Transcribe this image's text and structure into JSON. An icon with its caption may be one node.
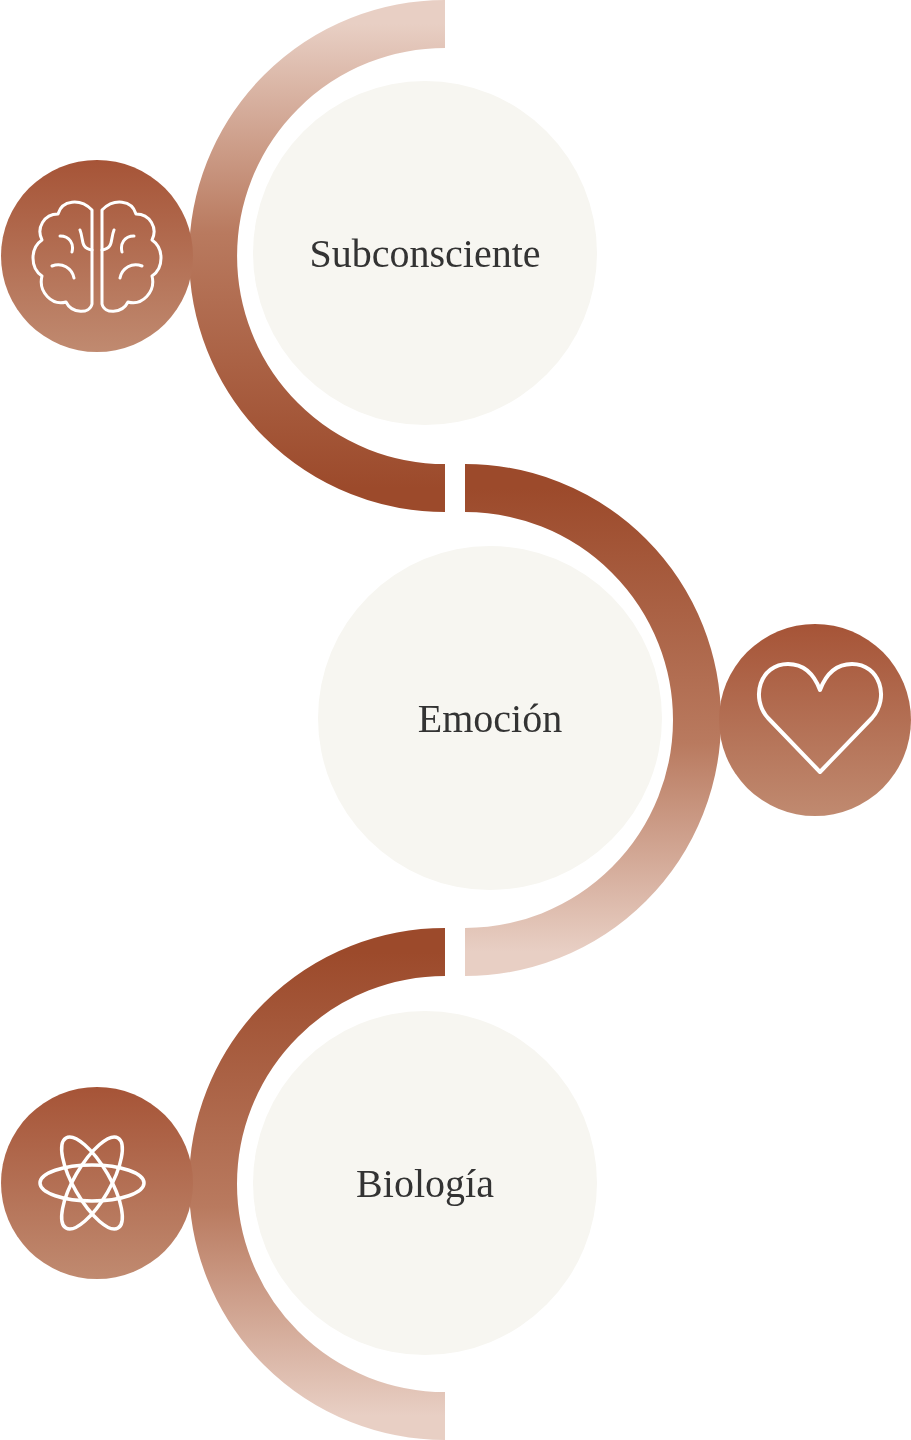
{
  "diagram": {
    "nodes": [
      {
        "text": [
          "Subconsciente"
        ]
      },
      {
        "text": [
          "Emoción"
        ]
      },
      {
        "text": [
          "Biología"
        ]
      }
    ]
  }
}
